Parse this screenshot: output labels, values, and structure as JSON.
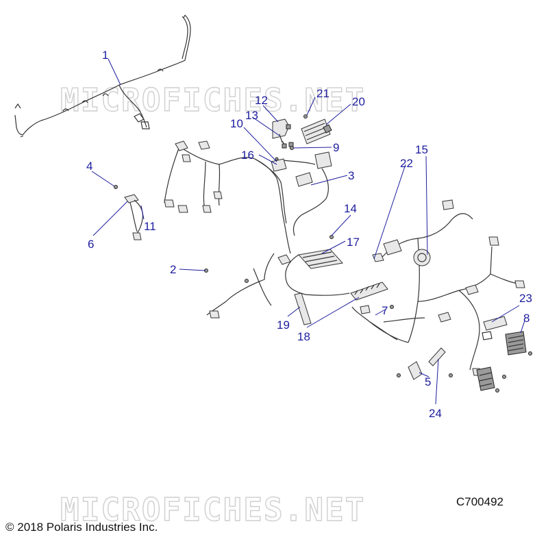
{
  "watermark": "MICROFICHES.NET",
  "copyright": "© 2018 Polaris Industries Inc.",
  "diagram_code": "C700492",
  "callouts": [
    "1",
    "2",
    "3",
    "4",
    "5",
    "6",
    "7",
    "8",
    "9",
    "10",
    "11",
    "12",
    "13",
    "14",
    "15",
    "16",
    "17",
    "18",
    "19",
    "20",
    "21",
    "22",
    "23",
    "24"
  ]
}
